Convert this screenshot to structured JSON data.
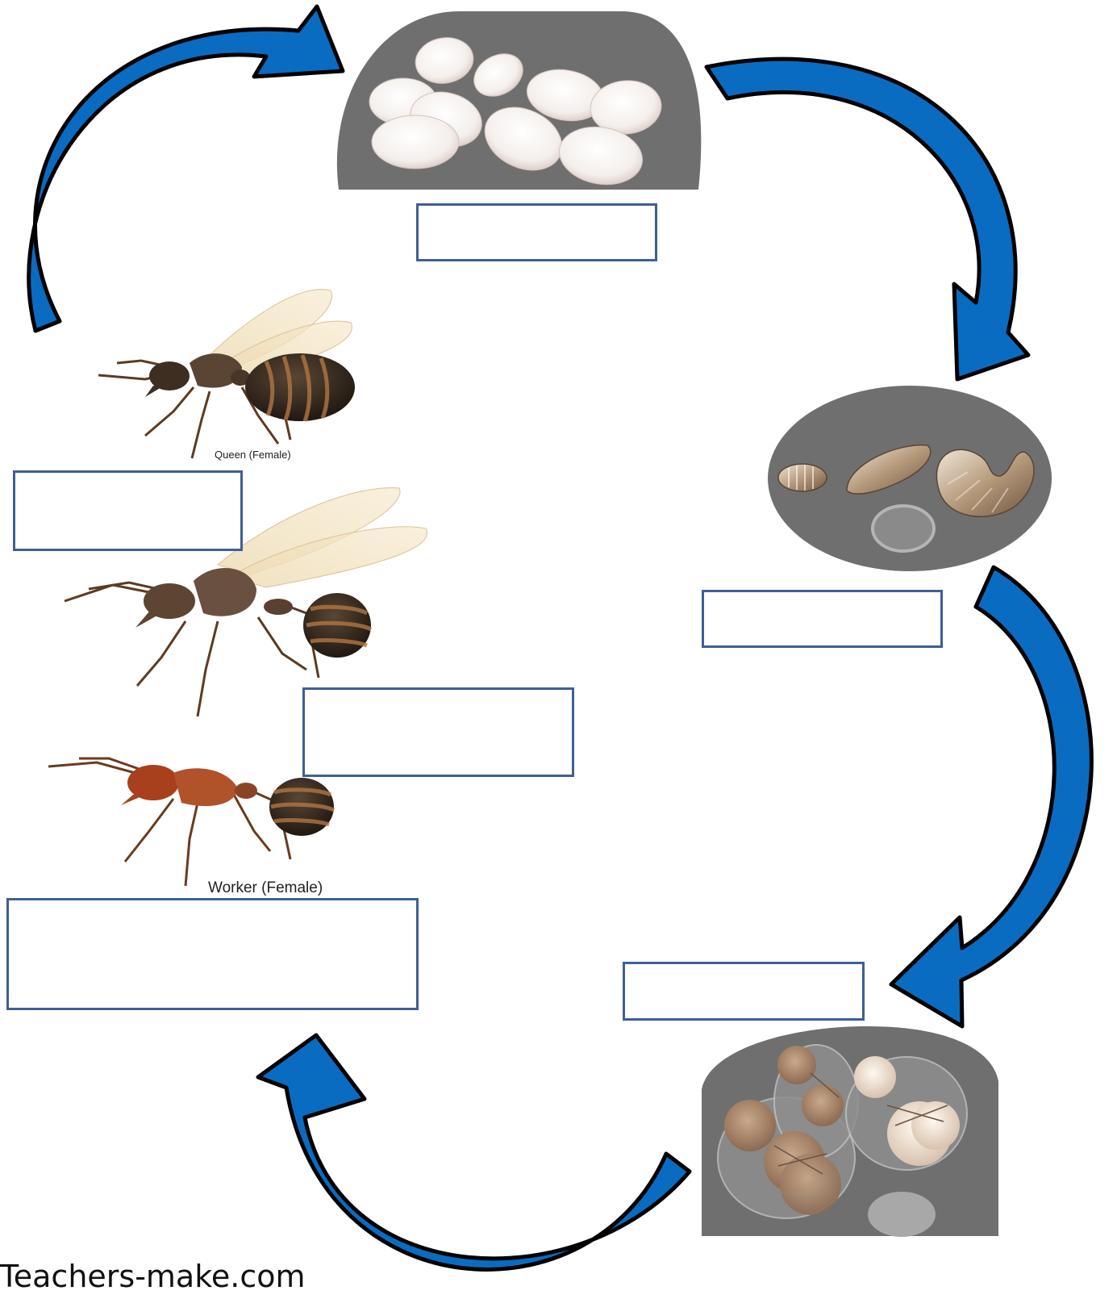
{
  "stages": [
    {
      "name": "egg-stage",
      "answer": ""
    },
    {
      "name": "larva-stage",
      "answer": ""
    },
    {
      "name": "pupa-stage",
      "answer": ""
    },
    {
      "name": "adult-queen",
      "answer": ""
    },
    {
      "name": "adult-male",
      "answer": ""
    },
    {
      "name": "adult-worker",
      "answer": ""
    }
  ],
  "captions": {
    "queen": "Queen (Female)",
    "worker": "Worker (Female)"
  },
  "watermark": "Teachers-make.com",
  "colors": {
    "arrow_fill": "#0a6cc0",
    "arrow_outline": "#000000",
    "stage_background": "#6f6f6f",
    "box_border": "#3f5f95"
  },
  "icons": [
    "cycle-arrow-icon",
    "eggs-image",
    "larvae-image",
    "pupae-image",
    "queen-ant-image",
    "male-ant-image",
    "worker-ant-image"
  ]
}
